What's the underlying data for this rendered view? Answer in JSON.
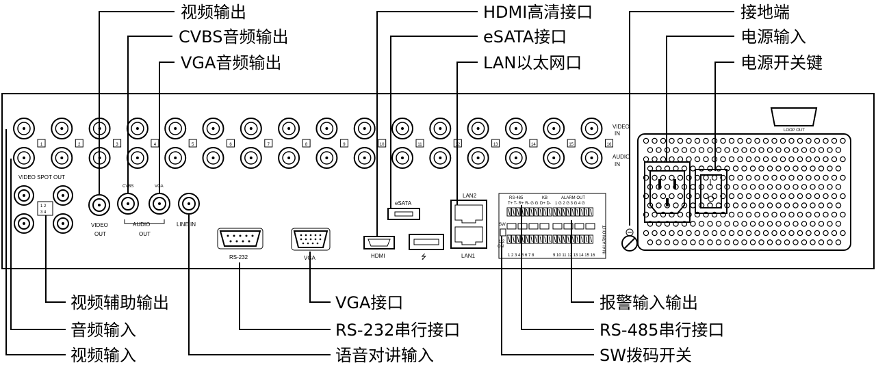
{
  "callouts": {
    "video_out": "视频输出",
    "cvbs_audio_out": "CVBS音频输出",
    "vga_audio_out": "VGA音频输出",
    "hdmi": "HDMI高清接口",
    "esata": "eSATA接口",
    "lan": "LAN以太网口",
    "ground": "接地端",
    "power_in": "电源输入",
    "power_switch": "电源开关键",
    "spot_out": "视频辅助输出",
    "audio_in": "音频输入",
    "video_in": "视频输入",
    "vga_port": "VGA接口",
    "rs232": "RS-232串行接口",
    "intercom": "语音对讲输入",
    "alarm_io": "报警输入输出",
    "rs485": "RS-485串行接口",
    "sw_dip": "SW拨码开关"
  },
  "panel": {
    "video_in": "VIDEO",
    "video_in_2": "IN",
    "audio_in": "AUDIO",
    "audio_in_2": "IN",
    "video_spot_out": "VIDEO SPOT OUT",
    "spot_nums_top": "1 2",
    "spot_nums_bottom": "3 4",
    "video_out": "VIDEO",
    "video_out_2": "OUT",
    "cvbs": "CVBS",
    "vga_small": "VGA",
    "audio_out": "AUDIO",
    "audio_out_2": "OUT",
    "line_in": "LINE IN",
    "rs232": "RS-232",
    "vga": "VGA",
    "esata": "eSATA",
    "hdmi": "HDMI",
    "lan2": "LAN2",
    "lan1": "LAN1",
    "usb_symbol": "⭍",
    "rs485": "RS-485",
    "kb": "KB",
    "alarm_out": "ALARM OUT",
    "rs485_pins": "T+ T- R+ R- G G",
    "kb_pins": "D+ D-",
    "alarm_out_pins": "1 G 2 G 3 G 4 G",
    "in_alarm_out": "IN ALARM OUT",
    "sw": "SW",
    "sw_nums": "1 2",
    "sw_on": "ON",
    "alarm_in_pins_left": "1 2 3 4 5 6 7 8",
    "alarm_in_pins_right": "9 10 11 12 13 14 15 16",
    "loop_out": "LOOP OUT",
    "channels": [
      "1",
      "2",
      "3",
      "4",
      "5",
      "6",
      "7",
      "8",
      "9",
      "10",
      "11",
      "12",
      "13",
      "14",
      "15",
      "16"
    ]
  }
}
